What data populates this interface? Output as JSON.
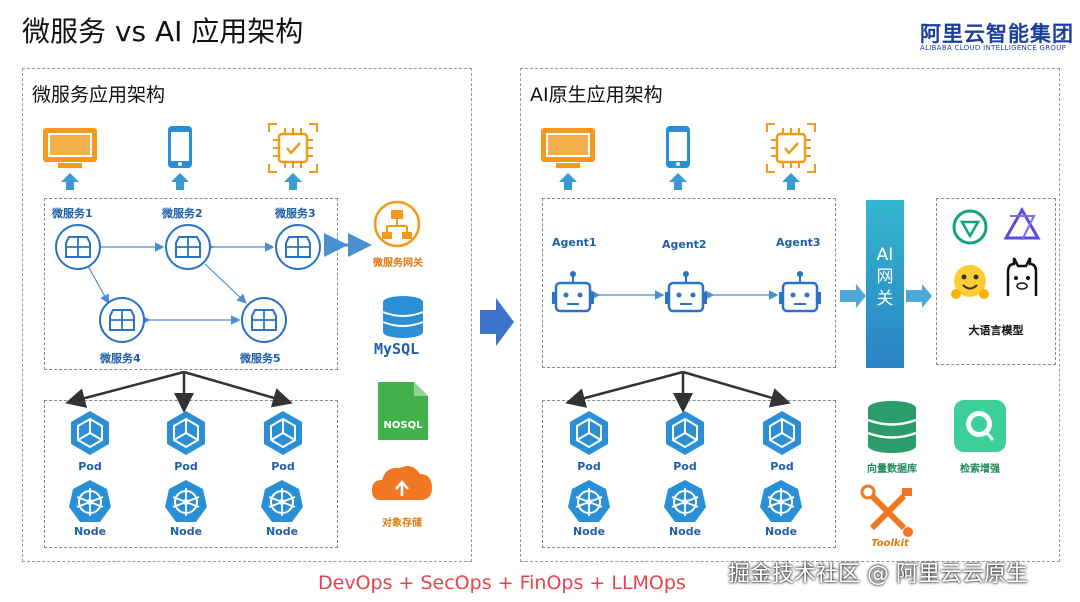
{
  "page": {
    "title": "微服务 vs AI 应用架构",
    "logo_cn": "阿里云智能集团",
    "logo_en": "ALIBABA CLOUD INTELLIGENCE GROUP",
    "footer": "DevOps + SecOps + FinOps + LLMOps",
    "watermark": "掘金技术社区 @ 阿里云云原生"
  },
  "left": {
    "title": "微服务应用架构",
    "services": [
      "微服务1",
      "微服务2",
      "微服务3",
      "微服务4",
      "微服务5"
    ],
    "gateway_label": "微服务网关",
    "mysql_label": "MySQL",
    "nosql_label": "NOSQL",
    "storage_label": "对象存储",
    "pod_label": "Pod",
    "node_label": "Node"
  },
  "right": {
    "title": "AI原生应用架构",
    "agents": [
      "Agent1",
      "Agent2",
      "Agent3"
    ],
    "ai_gateway": [
      "AI",
      "网",
      "关"
    ],
    "llm_label": "大语言模型",
    "vector_db_label": "向量数据库",
    "retrieval_label": "检索增强",
    "toolkit_label": "Toolkit",
    "pod_label": "Pod",
    "node_label": "Node"
  },
  "colors": {
    "orange": "#f39a1e",
    "blue": "#2f8fd6",
    "dark_blue": "#1c5fa5",
    "green": "#2a9d6a",
    "red_text": "#e8424a"
  }
}
